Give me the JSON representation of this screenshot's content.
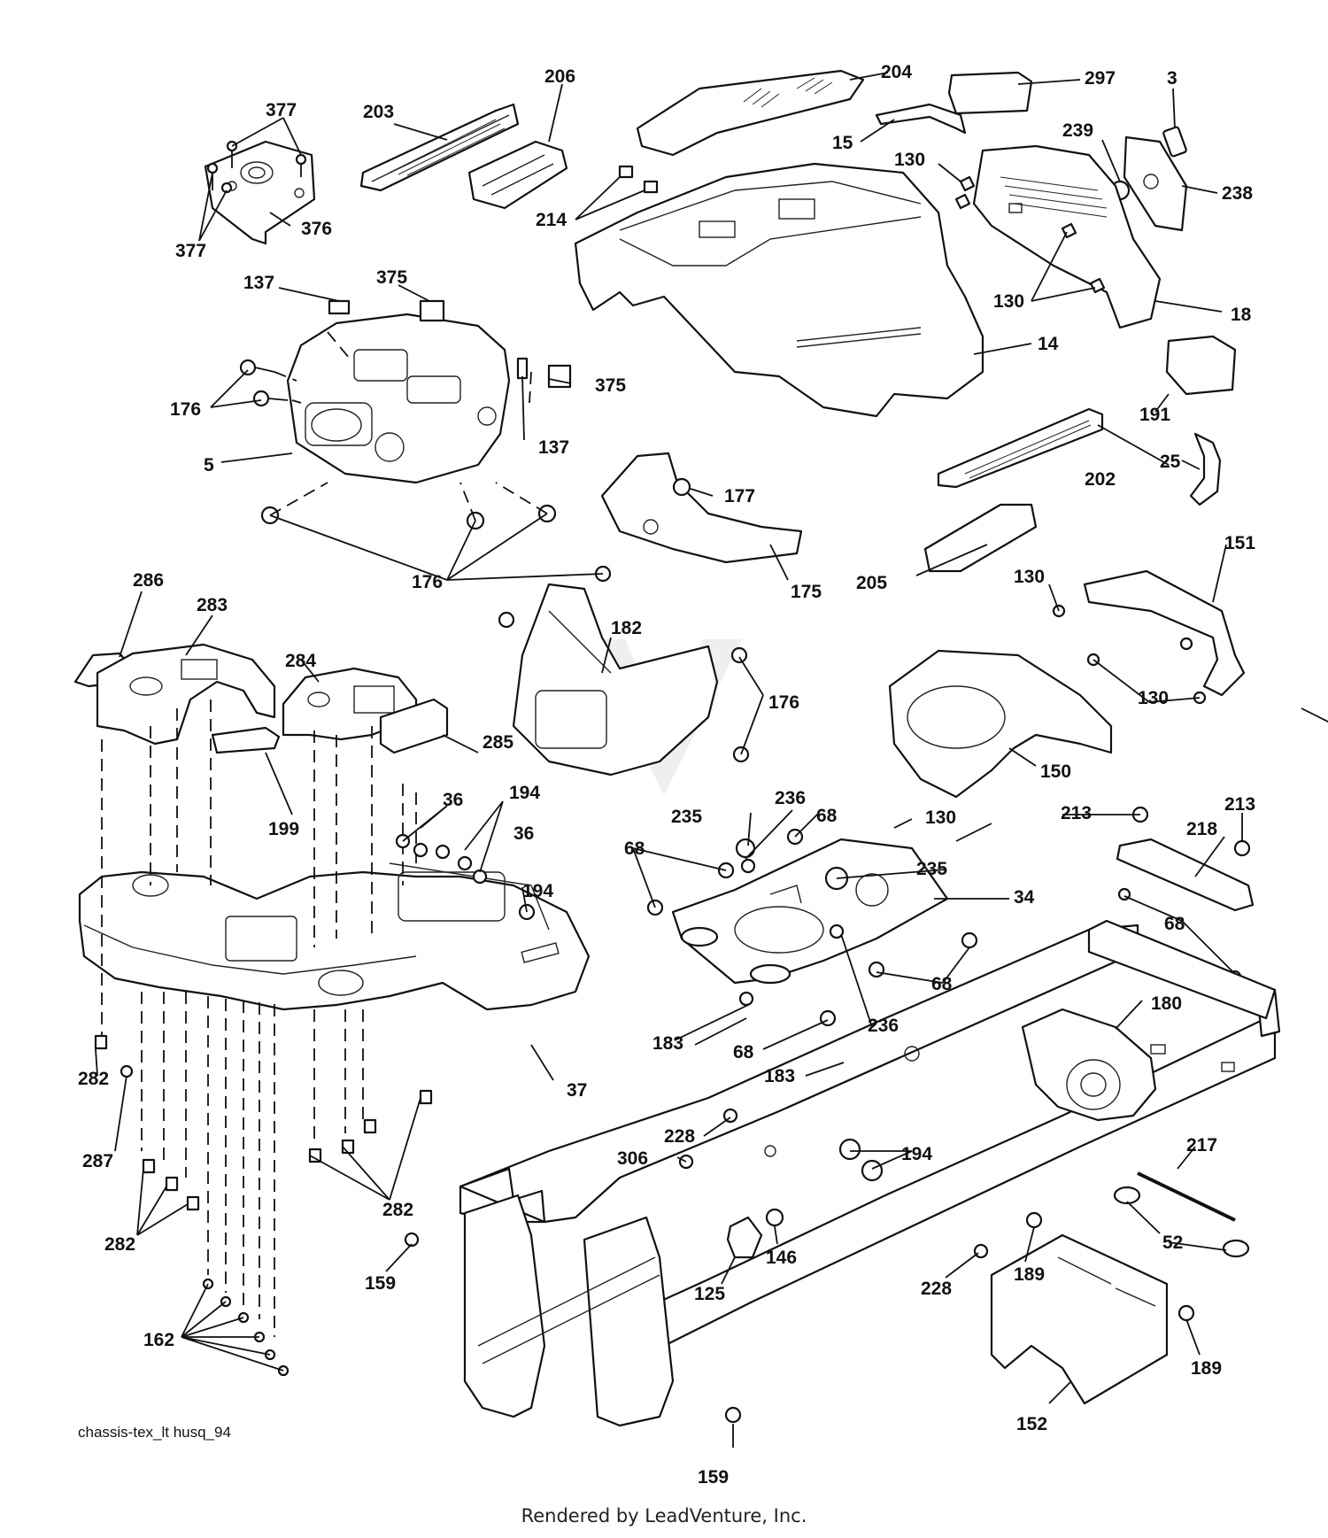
{
  "diagram": {
    "caption": "chassis-tex_lt husq_94",
    "footer": "Rendered by LeadVenture, Inc.",
    "parts": {
      "p377a": "377",
      "p377b": "377",
      "p376": "376",
      "p203": "203",
      "p206": "206",
      "p204": "204",
      "p297": "297",
      "p3": "3",
      "p15": "15",
      "p130a": "130",
      "p239": "239",
      "p238": "238",
      "p214": "214",
      "p137a": "137",
      "p375a": "375",
      "p375b": "375",
      "p130b": "130",
      "p18": "18",
      "p14": "14",
      "p176a": "176",
      "p137b": "137",
      "p5": "5",
      "p191": "191",
      "p202": "202",
      "p25": "25",
      "p177": "177",
      "p175": "175",
      "p176b": "176",
      "p205": "205",
      "p130c": "130",
      "p151": "151",
      "p286": "286",
      "p283": "283",
      "p284": "284",
      "p182": "182",
      "p176c": "176",
      "p130d": "130",
      "p285": "285",
      "p150": "150",
      "p194a": "194",
      "p36a": "36",
      "p36b": "36",
      "p199": "199",
      "p236a": "236",
      "p235a": "235",
      "p68a": "68",
      "p130e": "130",
      "p213a": "213",
      "p213b": "213",
      "p218": "218",
      "p68b": "68",
      "p235b": "235",
      "p194b": "194",
      "p34": "34",
      "p68c": "68",
      "p68d": "68",
      "p183a": "183",
      "p68e": "68",
      "p236b": "236",
      "p183b": "183",
      "p180": "180",
      "p282a": "282",
      "p37": "37",
      "p287": "287",
      "p228a": "228",
      "p306": "306",
      "p194c": "194",
      "p217": "217",
      "p282b": "282",
      "p282c": "282",
      "p52": "52",
      "p146": "146",
      "p189a": "189",
      "p159a": "159",
      "p125": "125",
      "p228b": "228",
      "p189b": "189",
      "p162": "162",
      "p152": "152",
      "p159b": "159"
    }
  }
}
